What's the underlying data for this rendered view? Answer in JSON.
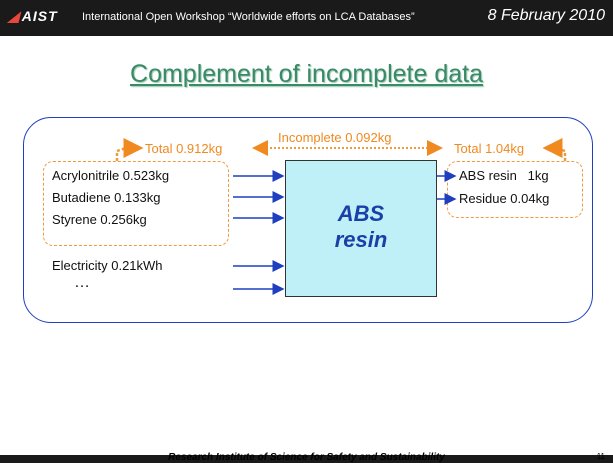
{
  "header": {
    "logo": "AIST",
    "workshop": "International Open Workshop “Worldwide efforts on LCA Databases”",
    "date": "8 February 2010"
  },
  "title": "Complement of incomplete data",
  "diagram": {
    "inputs_total": "Total 0.912kg",
    "incomplete": "Incomplete 0.092kg",
    "outputs_total": "Total 1.04kg",
    "inputs": [
      "Acrylonitrile 0.523kg",
      "Butadiene 0.133kg",
      "Styrene 0.256kg"
    ],
    "energy": "Electricity  0.21kWh",
    "ellipsis": "…",
    "process": [
      "ABS",
      "resin"
    ],
    "outputs": [
      "ABS resin   1kg",
      "Residue 0.04kg"
    ]
  },
  "footer": {
    "institute": "Research Institute of Science for Safety and Sustainability",
    "page": "11"
  },
  "colors": {
    "title": "#3a8a68",
    "panel_border": "#1f3fbf",
    "group_border": "#f09a3e",
    "process_fill": "#bff0f7",
    "process_text": "#1a3fa8",
    "arrow": "#1f3fbf"
  }
}
